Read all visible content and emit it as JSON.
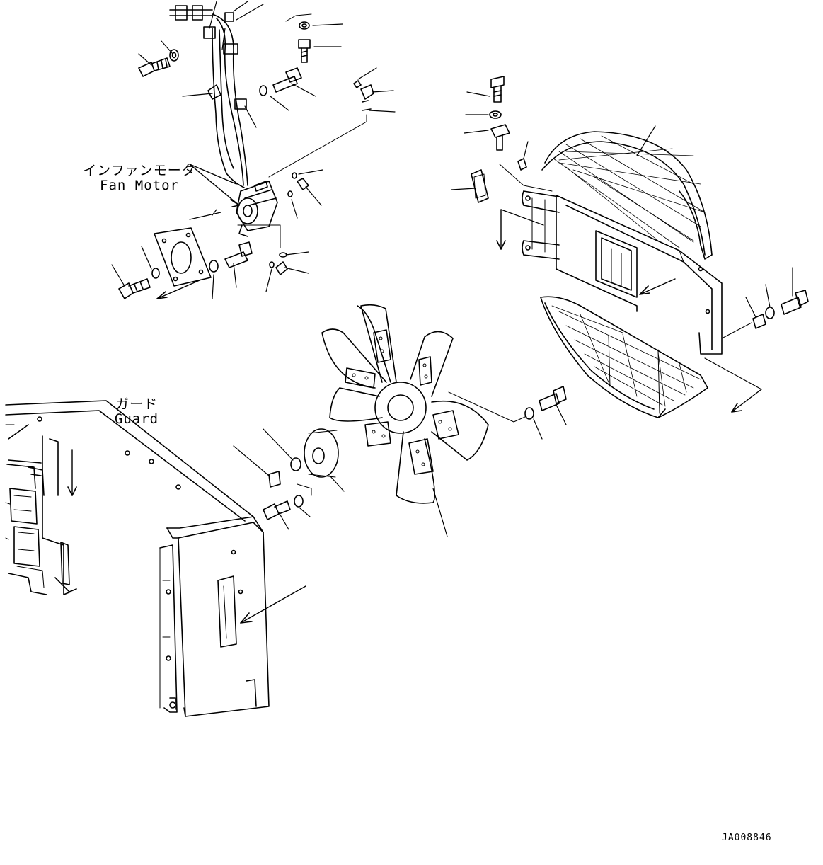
{
  "labels": {
    "fan_motor_ja": "インファンモータ",
    "fan_motor_en": "Fan Motor",
    "guard_ja": "ガード",
    "guard_en": "Guard"
  },
  "drawing_id": "JA008846"
}
